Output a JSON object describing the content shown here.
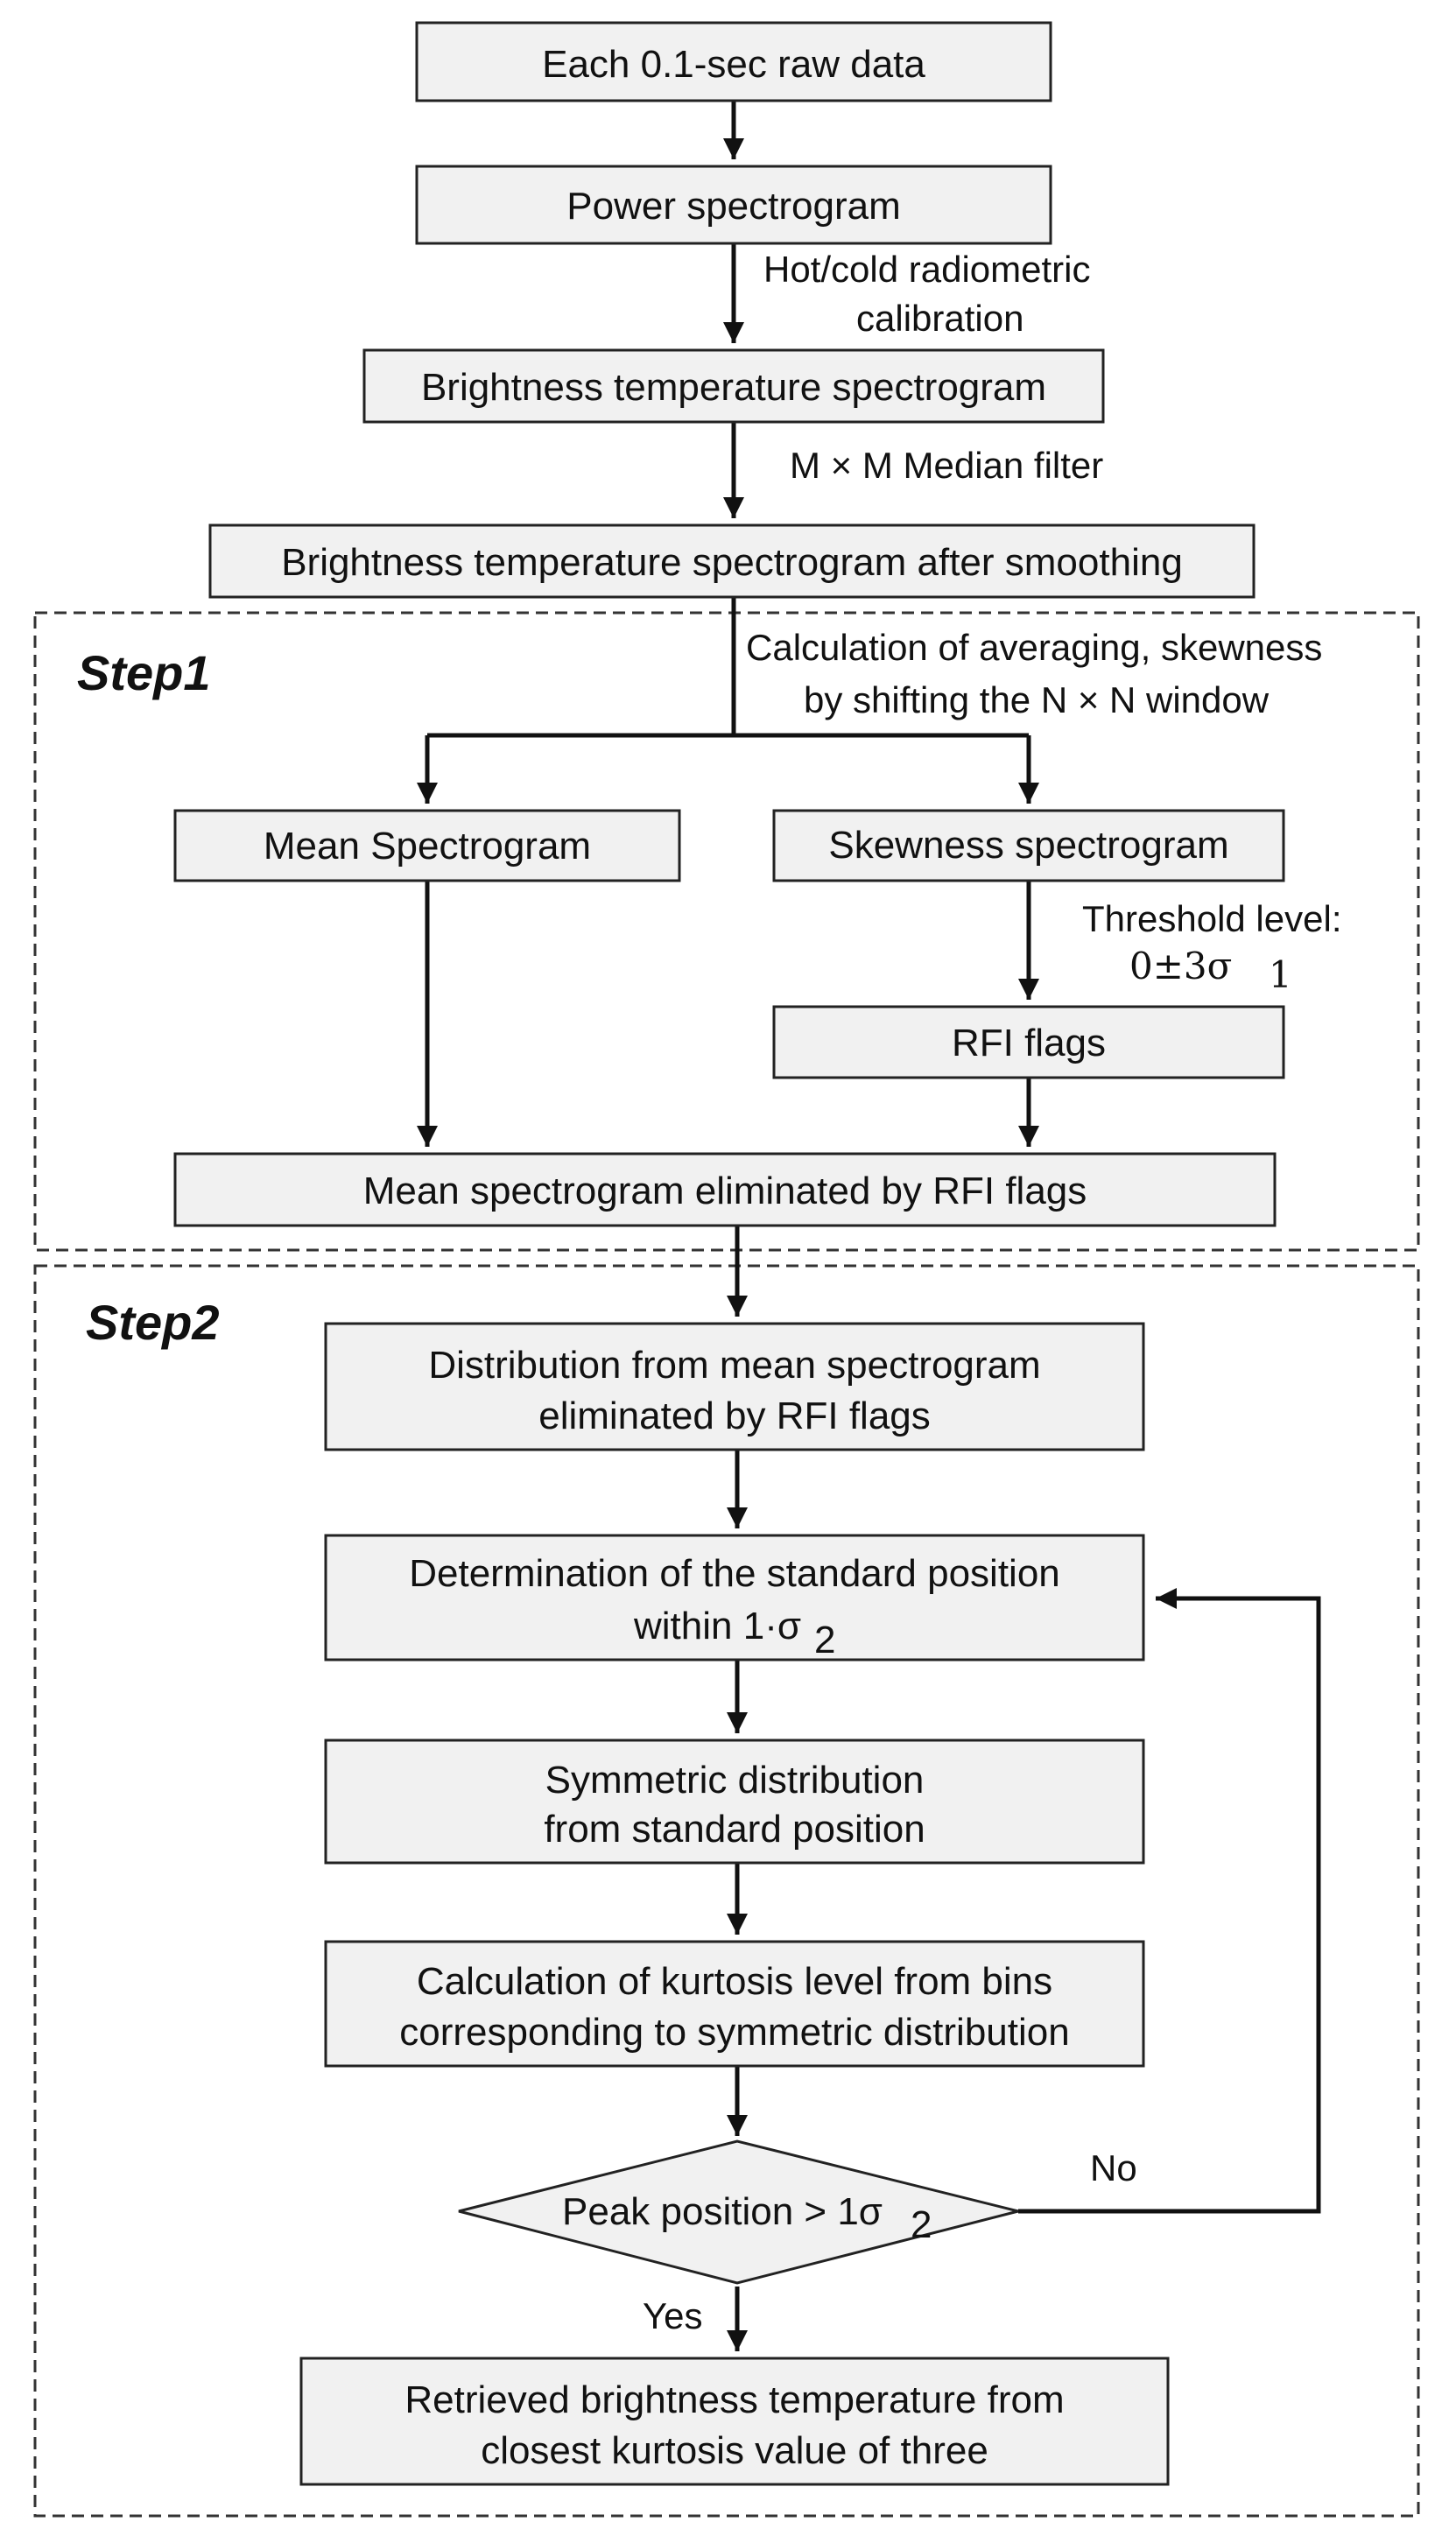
{
  "nodes": {
    "raw": [
      "Each 0.1-sec raw data"
    ],
    "power": [
      "Power spectrogram"
    ],
    "brightness": [
      "Brightness temperature spectrogram"
    ],
    "smoothed": [
      "Brightness temperature spectrogram after smoothing"
    ],
    "mean": [
      "Mean Spectrogram"
    ],
    "skewness": [
      "Skewness spectrogram"
    ],
    "rfi": [
      "RFI flags"
    ],
    "mean_elim": [
      "Mean spectrogram eliminated by RFI flags"
    ],
    "distribution": [
      "Distribution from mean spectrogram",
      "eliminated by RFI flags"
    ],
    "determination": [
      "Determination of the standard position",
      "within 1·σ",
      "2"
    ],
    "symmetric": [
      "Symmetric distribution",
      "from standard position"
    ],
    "kurtosis": [
      "Calculation of kurtosis level from bins",
      "corresponding to symmetric distribution"
    ],
    "decision": [
      "Peak position > 1σ",
      "2"
    ],
    "retrieved": [
      "Retrieved brightness temperature from",
      "closest kurtosis value of three"
    ]
  },
  "annotations": {
    "calibration": [
      "Hot/cold radiometric",
      "calibration"
    ],
    "median": [
      "M × M Median filter"
    ],
    "window": [
      "Calculation of averaging, skewness",
      "by shifting the N × N window"
    ],
    "threshold": [
      "Threshold level:",
      "0±3σ",
      "1"
    ],
    "no": "No",
    "yes": "Yes"
  },
  "steps": {
    "step1": "Step1",
    "step2": "Step2"
  }
}
